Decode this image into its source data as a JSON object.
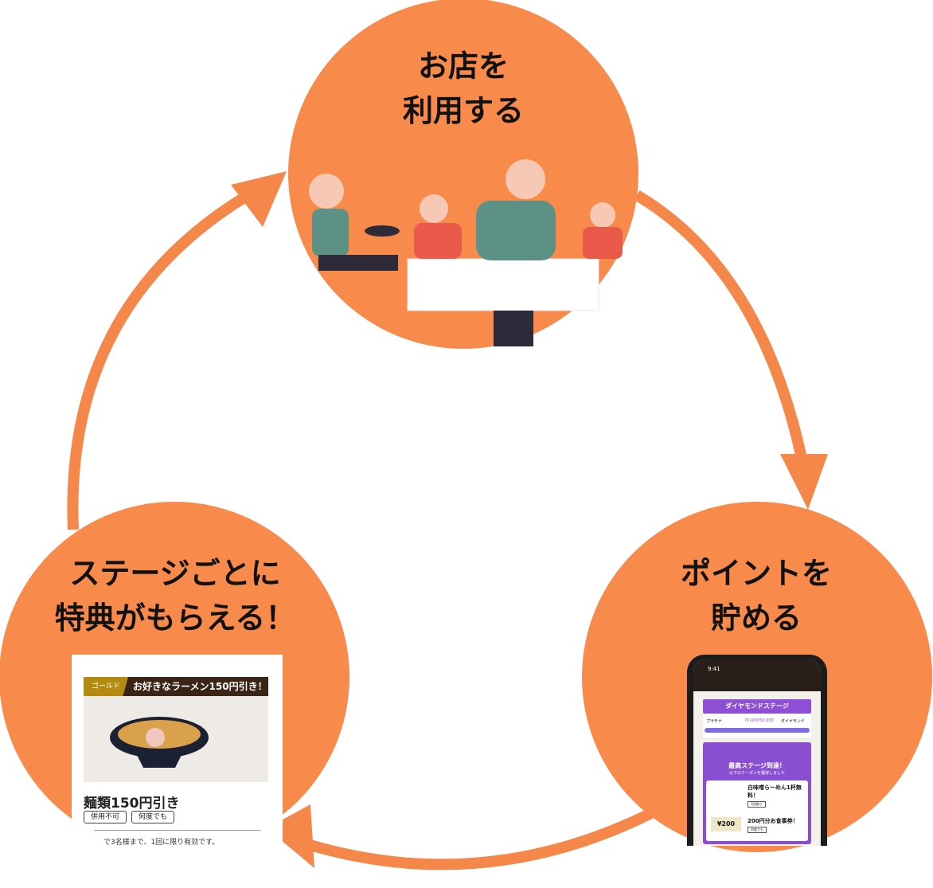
{
  "colors": {
    "accent": "#F88B4C",
    "arrow": "#F6874A"
  },
  "steps": [
    {
      "title_line1": "お店を",
      "title_line2": "利用する"
    },
    {
      "title_line1": "ポイントを",
      "title_line2": "貯める"
    },
    {
      "title_line1": "ステージごとに",
      "title_line2": "特典がもらえる！"
    }
  ],
  "coupon": {
    "rank": "ゴールド",
    "headline": "お好きなラーメン150円引き！",
    "name": "麺類150円引き",
    "tags": [
      "併用不可",
      "何度でも"
    ],
    "note": "で3名様まで、1回に限り有効です。"
  },
  "phone": {
    "time": "9:41",
    "stage_title": "ダイヤモンドステージ",
    "from_rank": "プラチナ",
    "points": "70,000/50,000",
    "to_rank": "ダイヤモンド",
    "achieved": "最高ステージ到達！",
    "achieved_sub": "以下のクーポンを獲得しました",
    "coupon1_title": "白味噌らーめん1杯無料！",
    "coupon1_tag": "1回限り",
    "coupon2_price": "¥200",
    "coupon2_title": "200円分お食事券！",
    "coupon2_tag": "何度でも"
  }
}
